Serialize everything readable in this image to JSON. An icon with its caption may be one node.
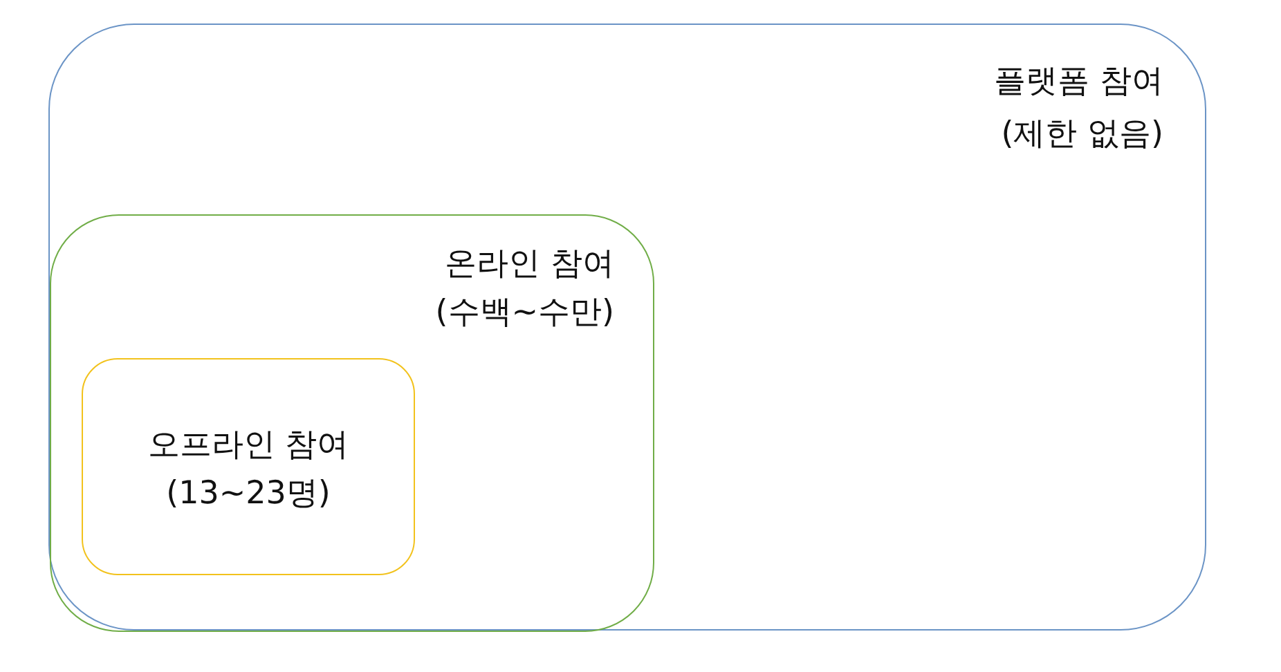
{
  "diagram": {
    "nodes": [
      {
        "text": [
          "플랫폼 참여",
          "(제한 없음)"
        ]
      },
      {
        "text": [
          "온라인 참여",
          "(수백~수만)"
        ],
        "in": 0
      },
      {
        "text": [
          "오프라인 참여",
          "(13~23명)"
        ],
        "in": 1
      }
    ]
  }
}
